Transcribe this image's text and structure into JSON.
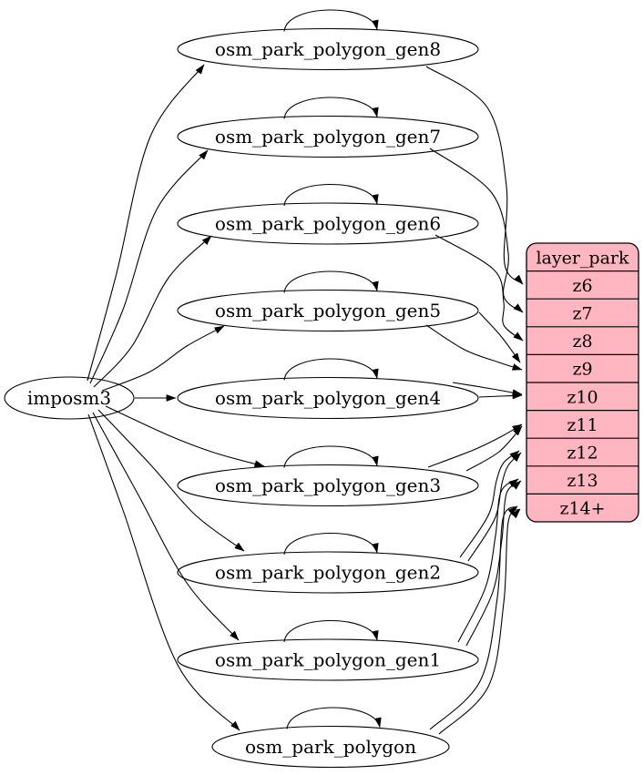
{
  "diagram": {
    "source": {
      "label": "imposm3"
    },
    "tables": [
      "osm_park_polygon_gen8",
      "osm_park_polygon_gen7",
      "osm_park_polygon_gen6",
      "osm_park_polygon_gen5",
      "osm_park_polygon_gen4",
      "osm_park_polygon_gen3",
      "osm_park_polygon_gen2",
      "osm_park_polygon_gen1",
      "osm_park_polygon"
    ],
    "layer": {
      "title": "layer_park",
      "rows": [
        "z6",
        "z7",
        "z8",
        "z9",
        "z10",
        "z11",
        "z12",
        "z13",
        "z14+"
      ]
    },
    "colors": {
      "layer_fill": "#ffb6c1",
      "stroke": "#000000",
      "node_fill": "#ffffff",
      "text": "#000000",
      "background": "#ffffff"
    },
    "edges": {
      "from_source": [
        "osm_park_polygon_gen8",
        "osm_park_polygon_gen7",
        "osm_park_polygon_gen6",
        "osm_park_polygon_gen5",
        "osm_park_polygon_gen4",
        "osm_park_polygon_gen3",
        "osm_park_polygon_gen2",
        "osm_park_polygon_gen1",
        "osm_park_polygon"
      ],
      "self_loops": [
        "osm_park_polygon_gen8",
        "osm_park_polygon_gen7",
        "osm_park_polygon_gen6",
        "osm_park_polygon_gen5",
        "osm_park_polygon_gen4",
        "osm_park_polygon_gen3",
        "osm_park_polygon_gen2",
        "osm_park_polygon_gen1",
        "osm_park_polygon"
      ],
      "to_layer": [
        {
          "from": "osm_park_polygon_gen8",
          "to": "z6",
          "count": 1
        },
        {
          "from": "osm_park_polygon_gen7",
          "to": "z7",
          "count": 1
        },
        {
          "from": "osm_park_polygon_gen6",
          "to": "z8",
          "count": 1
        },
        {
          "from": "osm_park_polygon_gen5",
          "to": "z9",
          "count": 2
        },
        {
          "from": "osm_park_polygon_gen4",
          "to": "z10",
          "count": 2
        },
        {
          "from": "osm_park_polygon_gen3",
          "to": "z11",
          "count": 2
        },
        {
          "from": "osm_park_polygon_gen2",
          "to": "z12",
          "count": 2
        },
        {
          "from": "osm_park_polygon_gen1",
          "to": "z13",
          "count": 2
        },
        {
          "from": "osm_park_polygon",
          "to": "z14+",
          "count": 2
        }
      ]
    }
  }
}
